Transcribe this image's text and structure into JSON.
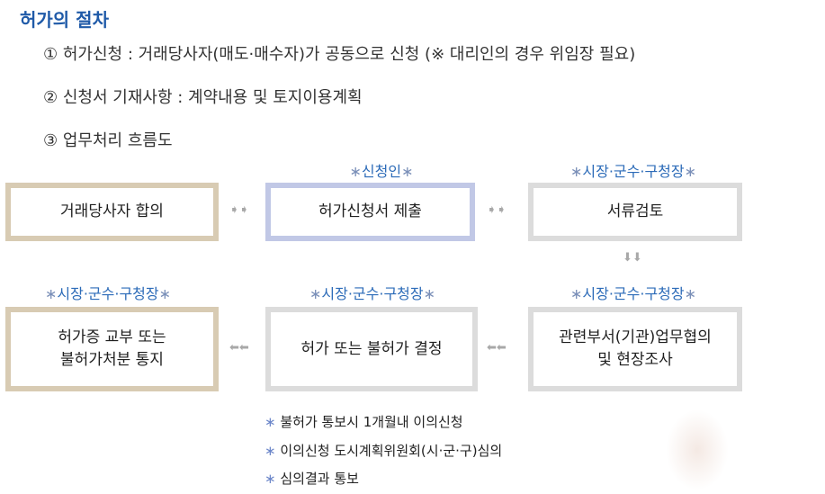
{
  "title": "허가의 절차",
  "steps": [
    "① 허가신청 : 거래당사자(매도·매수자)가 공동으로 신청  (※ 대리인의 경우 위임장 필요)",
    "② 신청서 기재사항 : 계약내용 및 토지이용계획",
    "③ 업무처리 흐름도"
  ],
  "flow": {
    "roles": {
      "applicant": "신청인",
      "office": "시장·군수·구청장",
      "marker": "∗"
    },
    "boxes": {
      "agreement": "거래당사자 합의",
      "submit": "허가신청서 제출",
      "review": "서류검토",
      "consult_line1": "관련부서(기관)업무협의",
      "consult_line2": "및 현장조사",
      "decision": "허가 또는 불허가 결정",
      "issue_line1": "허가증 교부 또는",
      "issue_line2": "불허가처분 통지"
    },
    "arrows": {
      "right": "➧➧",
      "down": "⬇⬇",
      "left": "⬅⬅"
    }
  },
  "notes": [
    "불허가 통보시 1개월내 이의신청",
    "이의신청 도시계획위원회(시·군·구)심의",
    "심의결과 통보"
  ],
  "colors": {
    "title": "#1f5aa8",
    "role_text": "#2c6bb8",
    "border_tan": "#d8cbb3",
    "border_blue": "#c1c8e6",
    "border_gray": "#dcdcdc"
  }
}
